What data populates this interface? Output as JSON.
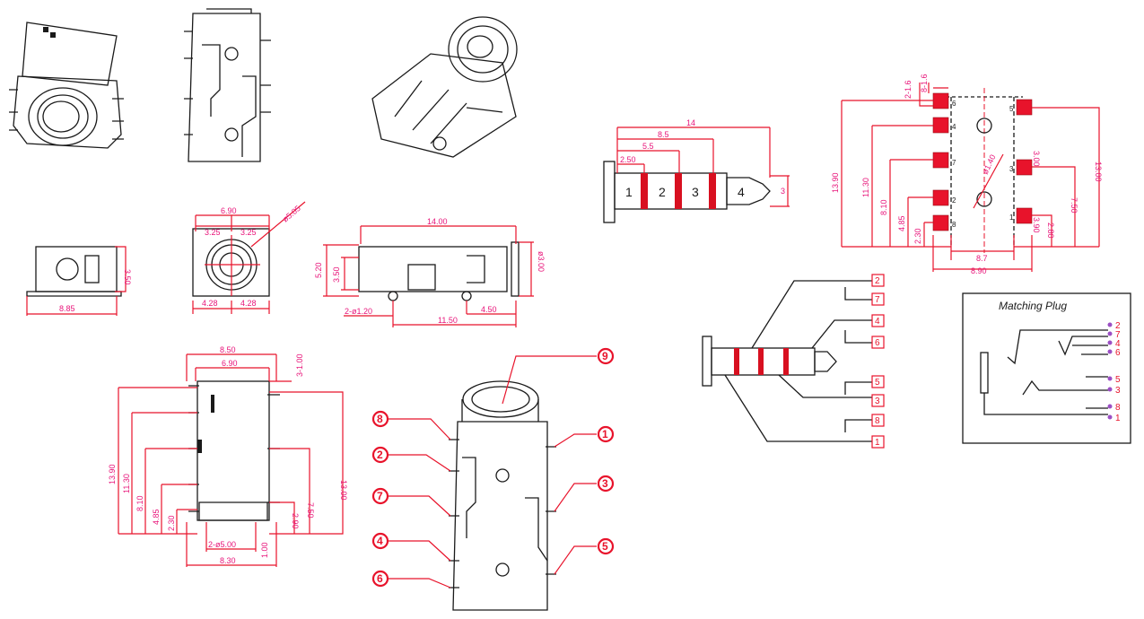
{
  "front_view": {
    "dims": [
      "6.90",
      "3.25",
      "3.25",
      "ø5.05",
      "4.28",
      "4.28"
    ]
  },
  "side_small": {
    "dims": [
      "3.50",
      "8.85"
    ]
  },
  "side_long": {
    "dims": [
      "14.00",
      "5.20",
      "3.50",
      "ø3.00",
      "2-ø1.20",
      "4.50",
      "11.50"
    ]
  },
  "plug": {
    "dims": [
      "14",
      "8.5",
      "5.5",
      "2.50",
      "3"
    ],
    "segments": [
      "1",
      "2",
      "3",
      "4"
    ]
  },
  "footprint": {
    "dims": [
      "2-1.6",
      "8-1.6",
      "ø1.40",
      "3.00",
      "13.90",
      "11.30",
      "8.10",
      "4.85",
      "2.30",
      "7.50",
      "2.80",
      "3.90",
      "13.00",
      "8.7",
      "8.90"
    ],
    "pads": [
      "6",
      "4",
      "7",
      "2",
      "8",
      "5",
      "3",
      "1"
    ]
  },
  "bottom_view": {
    "dims": [
      "8.50",
      "6.90",
      "3-1.00",
      "13.90",
      "11.30",
      "8.10",
      "4.85",
      "2.30",
      "13.00",
      "7.50",
      "2.90",
      "2-ø5.00",
      "1.00",
      "8.30"
    ]
  },
  "pin_callouts": {
    "left": [
      "8",
      "2",
      "7",
      "4",
      "6"
    ],
    "right": [
      "9",
      "1",
      "3",
      "5"
    ]
  },
  "wiring": {
    "boxes": [
      "2",
      "7",
      "4",
      "6",
      "5",
      "3",
      "8",
      "1"
    ]
  },
  "matching_plug": {
    "title": "Matching Plug",
    "numbers": [
      "2",
      "7",
      "4",
      "6",
      "5",
      "3",
      "8",
      "1"
    ]
  }
}
